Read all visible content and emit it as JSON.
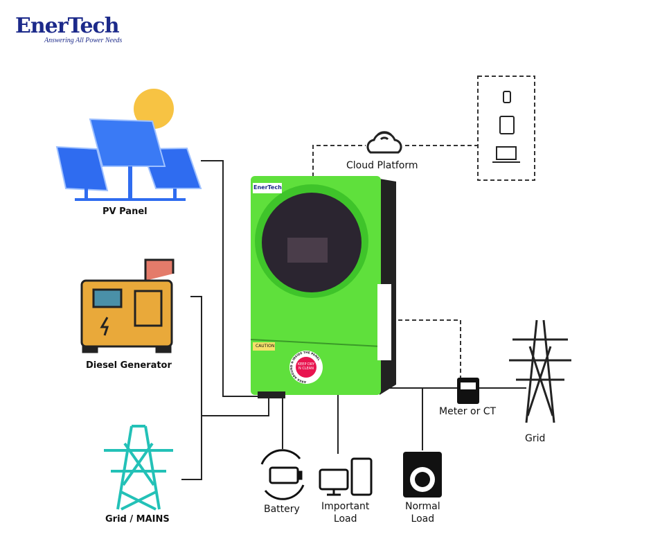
{
  "logo": {
    "brand": "EnerTech",
    "tagline": "Answering All Power Needs"
  },
  "inverter": {
    "brand": "EnerTech",
    "sticker": "KEEP DRY N CLEAN",
    "sticker_ring": "AREA AROUND & INSIDE THE PANEL",
    "caution": "CAUTION"
  },
  "labels": {
    "pv": "PV Panel",
    "diesel": "Diesel Generator",
    "mains": "Grid / MAINS",
    "cloud": "Cloud Platform",
    "battery": "Battery",
    "important_1": "Important",
    "important_2": "Load",
    "normal_1": "Normal",
    "normal_2": "Load",
    "meter": "Meter or CT",
    "grid": "Grid"
  },
  "colors": {
    "inverter": "#5fe03c",
    "lines": "#222222",
    "panel": "#2f6cf0",
    "sun": "#f7c343",
    "generator": "#e9a93a",
    "tower_mains": "#23c1b7"
  }
}
